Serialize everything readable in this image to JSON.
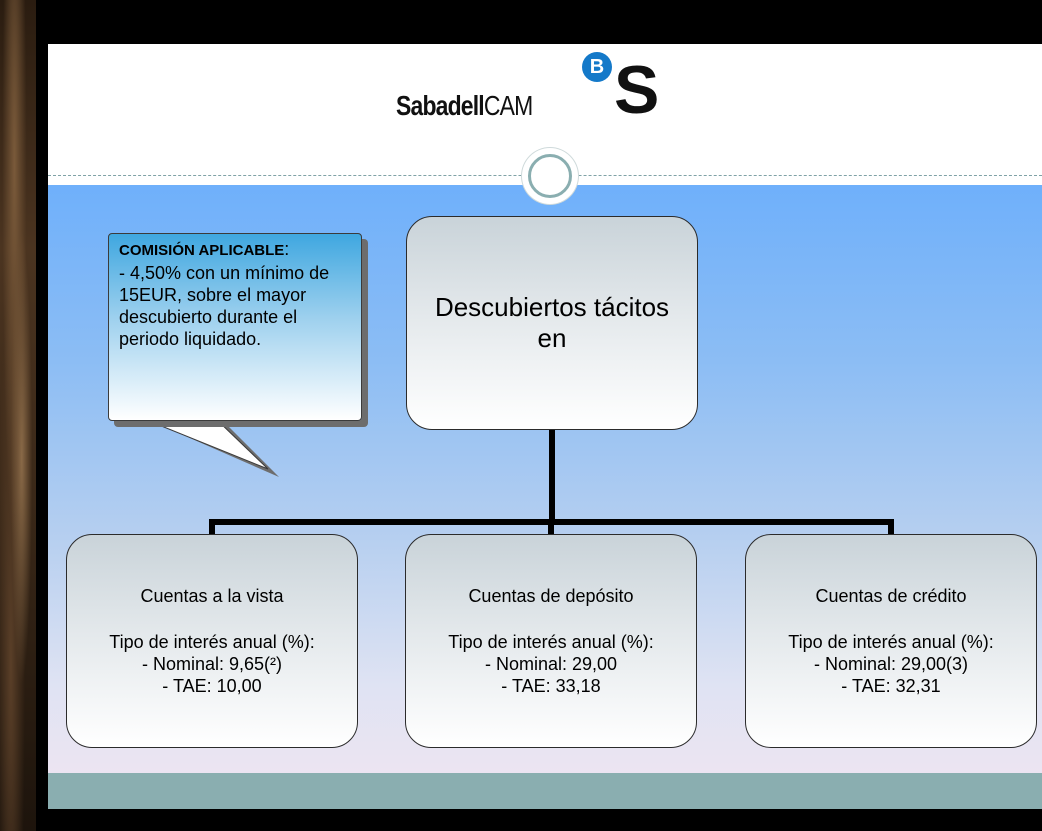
{
  "header": {
    "logo_text_bold": "Sabadell",
    "logo_text_regular": "CAM",
    "logo_b": "B",
    "logo_s": "S"
  },
  "callout": {
    "heading": "COMISIÓN APLICABLE",
    "heading_suffix": ":",
    "body": "- 4,50% con un mínimo de 15EUR, sobre el mayor descubierto durante el periodo liquidado."
  },
  "root": {
    "line1": "Descubiertos tácitos",
    "line2": "en"
  },
  "children": [
    {
      "name": "Cuentas a la vista",
      "rate_label": "Tipo de interés anual (%):",
      "nominal": "- Nominal: 9,65(²)",
      "tae": "- TAE: 10,00"
    },
    {
      "name": "Cuentas de depósito",
      "rate_label": "Tipo de interés anual (%):",
      "nominal": "- Nominal: 29,00",
      "tae": "- TAE: 33,18"
    },
    {
      "name": "Cuentas de crédito",
      "rate_label": "Tipo de interés anual (%):",
      "nominal": "- Nominal: 29,00(3)",
      "tae": "- TAE: 32,31"
    }
  ],
  "colors": {
    "brand_blue": "#1479c9",
    "band_top": "#6fb0fb",
    "footer": "#8aaeb0"
  }
}
